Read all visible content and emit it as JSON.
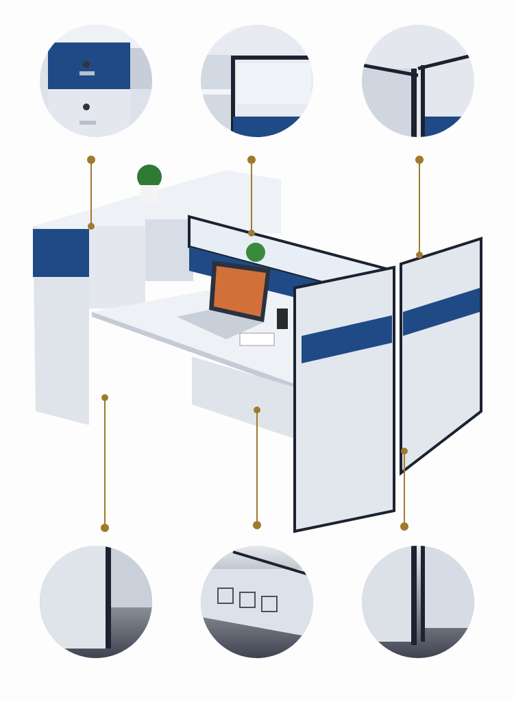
{
  "colors": {
    "background": "#fdfdfe",
    "panel_white": "#e9edf3",
    "panel_shade": "#c9d0da",
    "accent_blue": "#1f4a86",
    "frame_dark": "#1c2230",
    "callout_gold": "#a07a2c",
    "circle_bg": "#dfe4ec"
  },
  "callouts": {
    "top": [
      "drawer-lock-detail",
      "shelf-glass-detail",
      "glass-partition-joint-detail"
    ],
    "bottom": [
      "cabinet-edge-detail",
      "power-outlet-detail",
      "partition-base-detail"
    ]
  }
}
